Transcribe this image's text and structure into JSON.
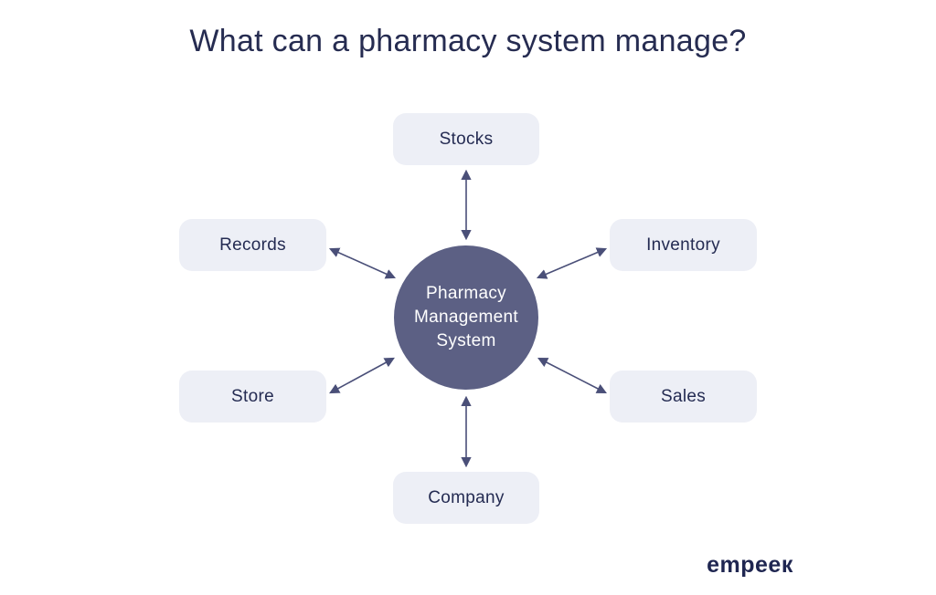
{
  "title": "What can a pharmacy system manage?",
  "diagram": {
    "center": {
      "label": "Pharmacy Management System",
      "lines": [
        "Pharmacy",
        "Management",
        "System"
      ]
    },
    "nodes": [
      {
        "id": "stocks",
        "label": "Stocks",
        "position": "top"
      },
      {
        "id": "records",
        "label": "Records",
        "position": "upper-left"
      },
      {
        "id": "inventory",
        "label": "Inventory",
        "position": "upper-right"
      },
      {
        "id": "store",
        "label": "Store",
        "position": "lower-left"
      },
      {
        "id": "sales",
        "label": "Sales",
        "position": "lower-right"
      },
      {
        "id": "company",
        "label": "Company",
        "position": "bottom"
      }
    ],
    "edges": [
      {
        "from": "stocks",
        "to": "center",
        "style": "double-headed-arrow"
      },
      {
        "from": "records",
        "to": "center",
        "style": "double-headed-arrow"
      },
      {
        "from": "inventory",
        "to": "center",
        "style": "double-headed-arrow"
      },
      {
        "from": "store",
        "to": "center",
        "style": "double-headed-arrow"
      },
      {
        "from": "sales",
        "to": "center",
        "style": "double-headed-arrow"
      },
      {
        "from": "company",
        "to": "center",
        "style": "double-headed-arrow"
      }
    ]
  },
  "logo": {
    "text": "empeeк"
  },
  "colors": {
    "background": "#FFFFFF",
    "title_text": "#262C51",
    "node_bg": "#EDEFF6",
    "node_text": "#242B52",
    "center_bg": "#5C6084",
    "center_text": "#FFFFFF",
    "arrow": "#4A4F78",
    "logo_text": "#1F2651"
  }
}
